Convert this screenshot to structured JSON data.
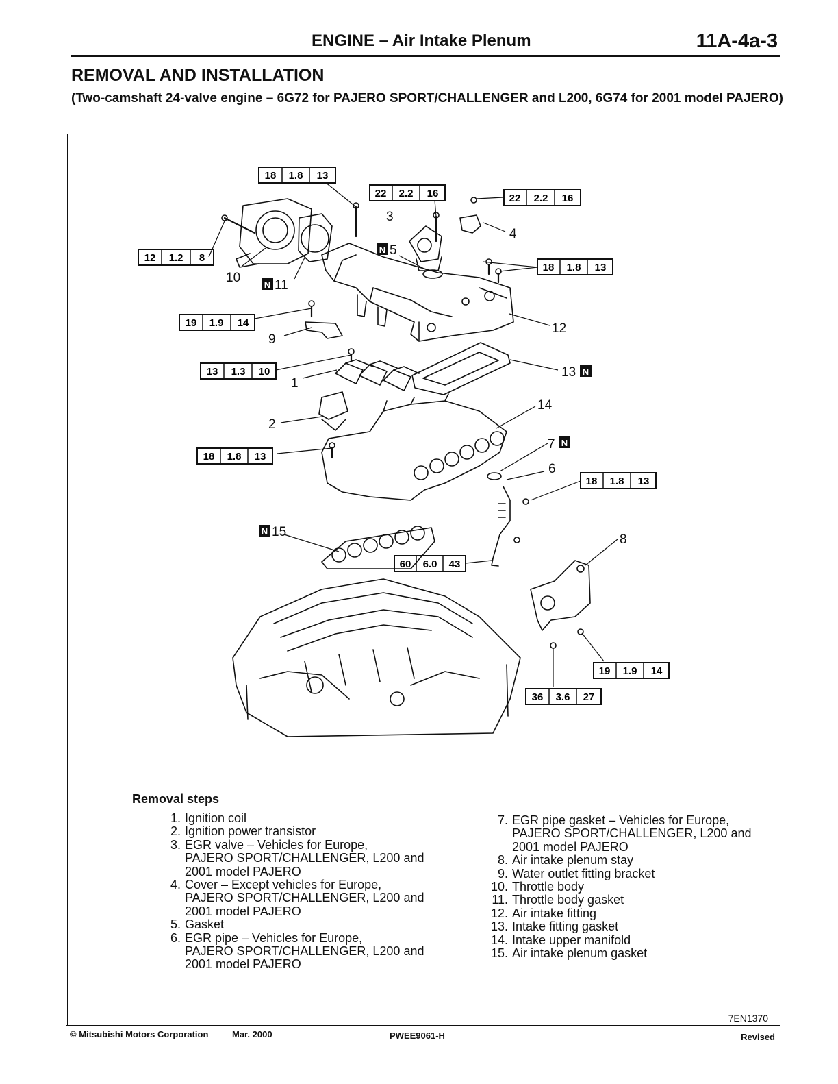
{
  "header": {
    "title": "ENGINE – Air Intake Plenum",
    "page_number": "11A-4a-3"
  },
  "section": {
    "title": "REMOVAL AND INSTALLATION",
    "subtitle": "(Two-camshaft 24-valve engine – 6G72 for PAJERO SPORT/CHALLENGER and L200, 6G74 for 2001 model PAJERO)"
  },
  "diagram": {
    "torques": [
      {
        "nm": "18",
        "kgm": "1.8",
        "ftlb": "13"
      },
      {
        "nm": "22",
        "kgm": "2.2",
        "ftlb": "16"
      },
      {
        "nm": "22",
        "kgm": "2.2",
        "ftlb": "16"
      },
      {
        "nm": "12",
        "kgm": "1.2",
        "ftlb": "8"
      },
      {
        "nm": "18",
        "kgm": "1.8",
        "ftlb": "13"
      },
      {
        "nm": "19",
        "kgm": "1.9",
        "ftlb": "14"
      },
      {
        "nm": "13",
        "kgm": "1.3",
        "ftlb": "10"
      },
      {
        "nm": "18",
        "kgm": "1.8",
        "ftlb": "13"
      },
      {
        "nm": "18",
        "kgm": "1.8",
        "ftlb": "13"
      },
      {
        "nm": "60",
        "kgm": "6.0",
        "ftlb": "43"
      },
      {
        "nm": "19",
        "kgm": "1.9",
        "ftlb": "14"
      },
      {
        "nm": "36",
        "kgm": "3.6",
        "ftlb": "27"
      }
    ],
    "callouts": [
      "1",
      "2",
      "3",
      "4",
      "5",
      "6",
      "7",
      "8",
      "9",
      "10",
      "11",
      "12",
      "13",
      "14",
      "15"
    ],
    "new_part_mark": "N"
  },
  "removal": {
    "heading": "Removal steps",
    "steps_left": [
      {
        "num": "1.",
        "lines": [
          "Ignition coil"
        ]
      },
      {
        "num": "2.",
        "lines": [
          "Ignition power transistor"
        ]
      },
      {
        "num": "3.",
        "lines": [
          "EGR valve – Vehicles for Europe,",
          "PAJERO SPORT/CHALLENGER, L200 and",
          "2001 model PAJERO"
        ]
      },
      {
        "num": "4.",
        "lines": [
          "Cover – Except vehicles for Europe,",
          "PAJERO SPORT/CHALLENGER, L200 and",
          "2001 model PAJERO"
        ]
      },
      {
        "num": "5.",
        "lines": [
          "Gasket"
        ]
      },
      {
        "num": "6.",
        "lines": [
          "EGR pipe – Vehicles for Europe,",
          "PAJERO SPORT/CHALLENGER, L200 and",
          "2001 model PAJERO"
        ]
      }
    ],
    "steps_right": [
      {
        "num": "7.",
        "lines": [
          "EGR pipe gasket – Vehicles for Europe,",
          "PAJERO SPORT/CHALLENGER, L200 and",
          "2001 model PAJERO"
        ]
      },
      {
        "num": "8.",
        "lines": [
          "Air intake plenum stay"
        ]
      },
      {
        "num": "9.",
        "lines": [
          "Water outlet fitting bracket"
        ]
      },
      {
        "num": "10.",
        "lines": [
          "Throttle body"
        ]
      },
      {
        "num": "11.",
        "lines": [
          "Throttle body gasket"
        ]
      },
      {
        "num": "12.",
        "lines": [
          "Air intake fitting"
        ]
      },
      {
        "num": "13.",
        "lines": [
          "Intake fitting gasket"
        ]
      },
      {
        "num": "14.",
        "lines": [
          "Intake upper manifold"
        ]
      },
      {
        "num": "15.",
        "lines": [
          "Air intake plenum gasket"
        ]
      }
    ]
  },
  "footer": {
    "figure_code": "7EN1370",
    "copyright": "© Mitsubishi Motors Corporation",
    "date": "Mar. 2000",
    "publication_code": "PWEE9061-H",
    "status": "Revised"
  }
}
